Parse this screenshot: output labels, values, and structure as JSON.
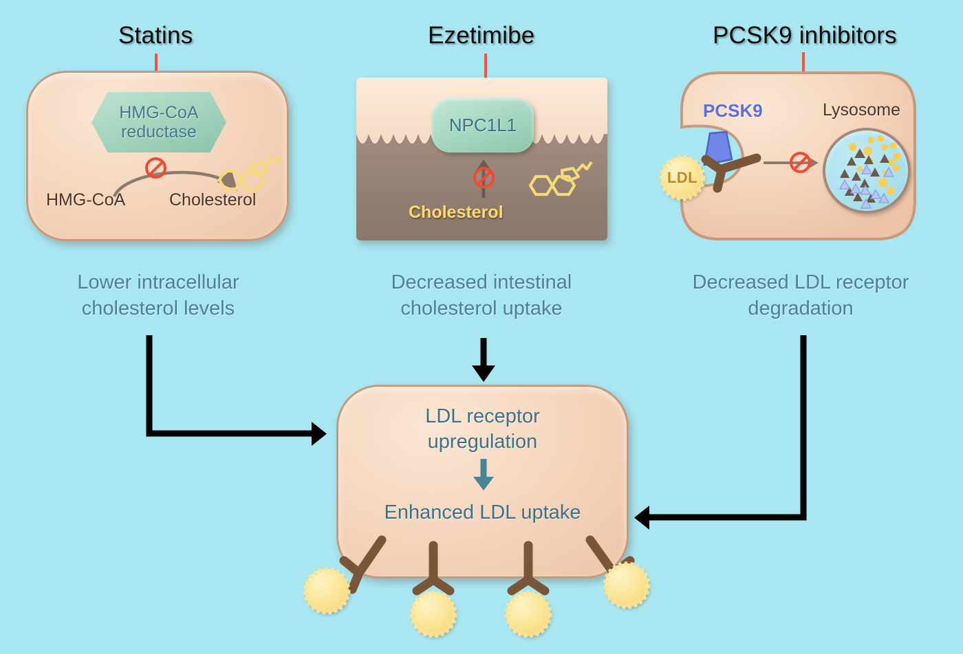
{
  "background_color": "#a8e6f2",
  "panels": [
    {
      "drug": "Statins",
      "target": "HMG-CoA\nreductase",
      "target_line1": "HMG-CoA",
      "target_line2": "reductase",
      "substrate": "HMG-CoA",
      "product": "Cholesterol",
      "caption_line1": "Lower intracellular",
      "caption_line2": "cholesterol levels"
    },
    {
      "drug": "Ezetimibe",
      "target": "NPC1L1",
      "molecule": "Cholesterol",
      "caption_line1": "Decreased intestinal",
      "caption_line2": "cholesterol uptake"
    },
    {
      "drug": "PCSK9 inhibitors",
      "protein": "PCSK9",
      "organelle": "Lysosome",
      "particle": "LDL",
      "caption_line1": "Decreased LDL receptor",
      "caption_line2": "degradation"
    }
  ],
  "outcome": {
    "line1": "LDL receptor",
    "line2": "upregulation",
    "line3": "Enhanced LDL uptake"
  },
  "colors": {
    "background": "#a8e6f2",
    "cell_fill": "#f6d8c0",
    "cell_border": "#c89a7d",
    "enzyme_green": "#a2d2bb",
    "teal_text": "#3d7287",
    "caption_text": "#4e8193",
    "inhibitor_red": "#f4533c",
    "pcsk9_blue": "#5b6fe0",
    "ldl_yellow": "#fbe79a",
    "cholesterol_yellow": "#ffd873",
    "membrane_brown": "#8f7d70",
    "receptor_brown": "#7a5639"
  },
  "icons": {
    "prohibition": "prohibition-icon",
    "inhibitor_bar": "inhibitor-tbar-icon",
    "flow_arrow": "flow-arrow-icon",
    "cholesterol_molecule": "cholesterol-structure-icon",
    "ldl_receptor": "ldl-receptor-icon"
  }
}
